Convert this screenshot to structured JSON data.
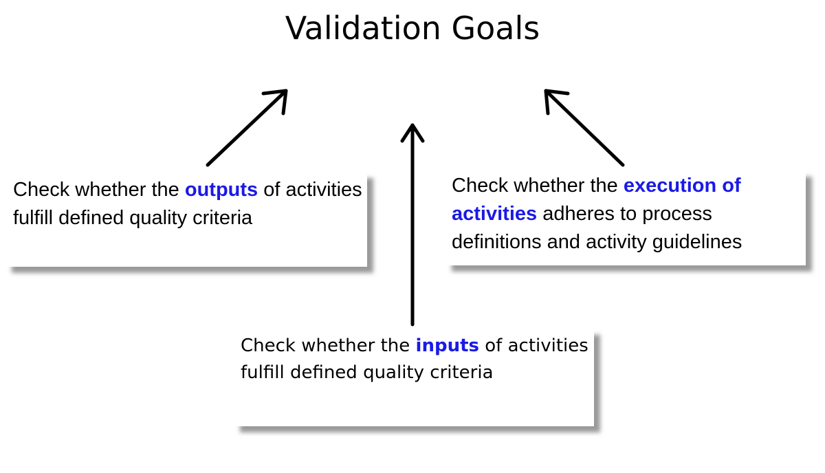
{
  "title": "Validation Goals",
  "boxes": {
    "outputs": {
      "prefix": "Check whether the ",
      "highlight": "outputs",
      "suffix": " of activities fulfill defined quality criteria"
    },
    "execution": {
      "prefix": "Check whether the ",
      "highlight": "execution of activities",
      "suffix": " adheres to process definitions and activity guidelines"
    },
    "inputs": {
      "prefix": "Check whether the ",
      "highlight": "inputs",
      "suffix": " of activities fulfill defined quality criteria"
    }
  },
  "colors": {
    "highlight": "#1a1ae6",
    "arrow": "#000000"
  }
}
